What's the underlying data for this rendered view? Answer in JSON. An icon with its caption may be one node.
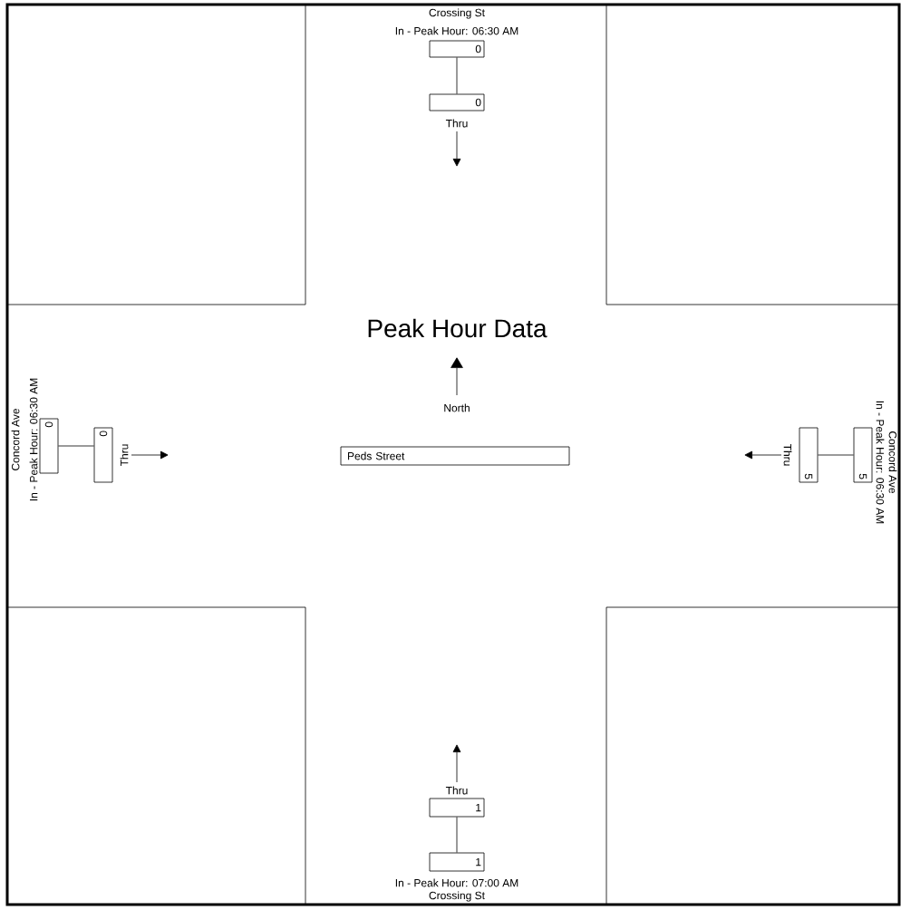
{
  "diagram": {
    "title": "Peak Hour Data",
    "nodes": [
      {
        "text": [
          "0"
        ],
        "beside": [
          "Crossing St",
          "In - Peak Hour: 06:30 AM"
        ]
      },
      {
        "text": [
          "0"
        ],
        "beside": [
          "Thru"
        ]
      },
      {
        "text": [
          "0"
        ],
        "beside": [
          "Concord Ave",
          "In - Peak Hour: 06:30 AM"
        ]
      },
      {
        "text": [
          "0"
        ],
        "beside": [
          "Thru"
        ]
      },
      {
        "text": [
          "Peds Street"
        ]
      },
      {
        "text": [
          "5"
        ],
        "beside": [
          "Concord Ave",
          "In - Peak Hour: 06:30 AM"
        ]
      },
      {
        "text": [
          "5"
        ],
        "beside": [
          "Thru"
        ]
      },
      {
        "text": [
          "1"
        ],
        "beside": [
          "Thru"
        ]
      },
      {
        "text": [
          "1"
        ],
        "beside": [
          "In - Peak Hour: 07:00 AM",
          "Crossing St"
        ]
      }
    ],
    "edges": [
      {
        "from": 0,
        "to": 1,
        "arrow": "none"
      },
      {
        "from": 1,
        "to": null,
        "arrow": "to"
      },
      {
        "from": 2,
        "to": 3,
        "arrow": "none"
      },
      {
        "from": 3,
        "to": null,
        "arrow": "to"
      },
      {
        "from": 5,
        "to": 6,
        "arrow": "none"
      },
      {
        "from": 6,
        "to": null,
        "arrow": "to"
      },
      {
        "from": 8,
        "to": 7,
        "arrow": "none"
      },
      {
        "from": 7,
        "to": null,
        "arrow": "to"
      }
    ],
    "labels": [
      "North"
    ]
  }
}
